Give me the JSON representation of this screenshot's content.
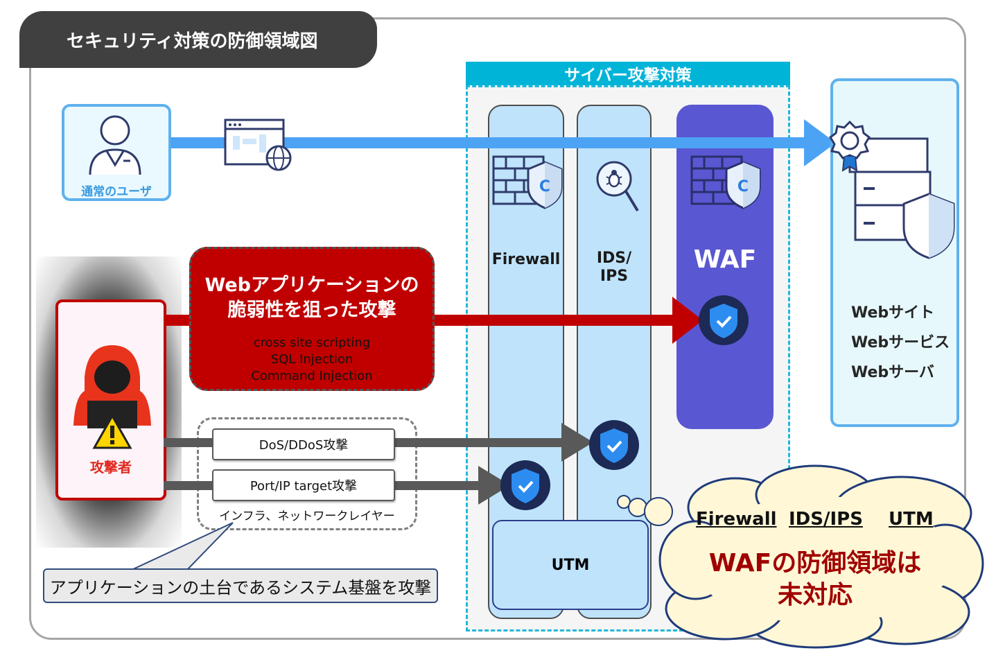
{
  "title": "セキュリティ対策の防御領域図",
  "cyber": {
    "heading": "サイバー攻撃対策"
  },
  "columns": {
    "firewall": "Firewall",
    "idsips": "IDS/\nIPS",
    "waf": "WAF",
    "utm": "UTM"
  },
  "user": {
    "label": "通常のユーザ"
  },
  "web": {
    "items": [
      "Webサイト",
      "Webサービス",
      "Webサーバ"
    ]
  },
  "attacker": {
    "label": "攻撃者"
  },
  "web_attack": {
    "title": "Webアプリケーションの\n脆弱性を狙った攻撃",
    "methods": [
      "cross site scripting",
      "SQL Injection",
      "Command Injection"
    ]
  },
  "infra": {
    "attacks": [
      "DoS/DDoS攻撃",
      "Port/IP target攻撃"
    ],
    "label": "インフラ、ネットワークレイヤー"
  },
  "callout": "アプリケーションの土台であるシステム基盤を攻撃",
  "cloud": {
    "products": [
      "Firewall",
      "IDS/IPS",
      "UTM"
    ],
    "message": "WAFの防御領域は\n未対応"
  },
  "colors": {
    "cyber_accent": "#00b4d8",
    "waf_purple": "#5a57d2",
    "attack_red": "#c00000",
    "user_blue": "#5fb1ee",
    "arrow_gray": "#595959"
  }
}
